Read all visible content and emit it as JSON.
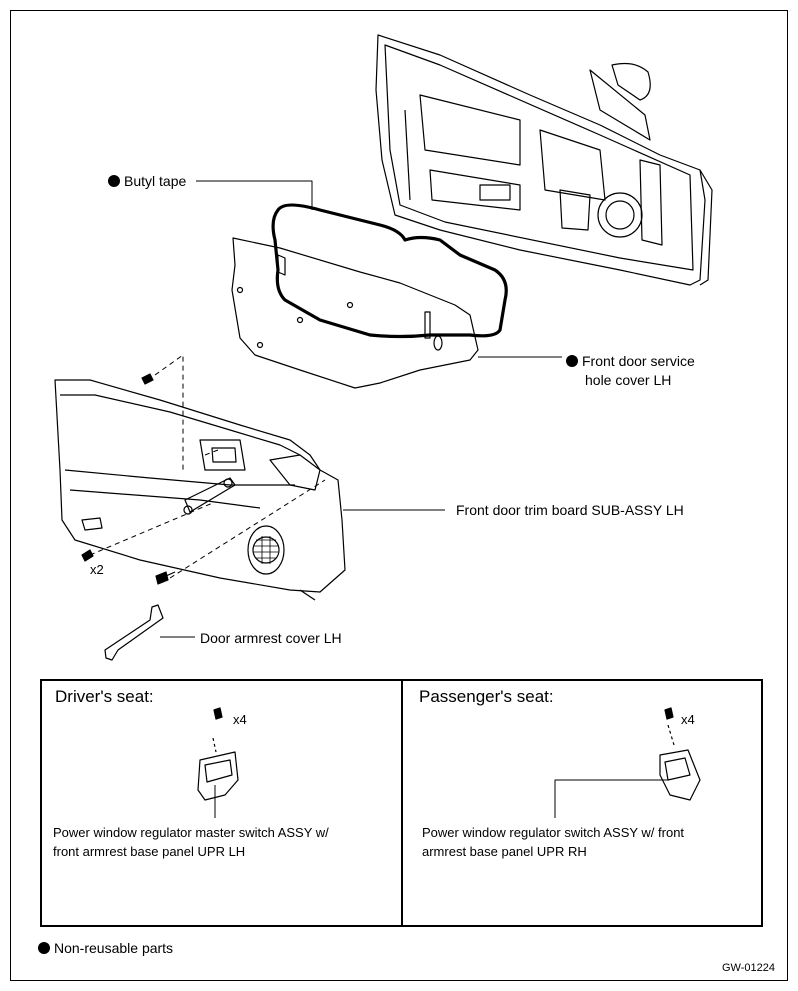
{
  "diagram_code": "GW-01224",
  "labels": {
    "butyl_tape": "Butyl tape",
    "service_cover_line1": "Front door service",
    "service_cover_line2": "hole cover LH",
    "trim_board": "Front door trim board SUB-ASSY LH",
    "armrest_cover": "Door armrest cover LH",
    "qty_x2": "x2"
  },
  "driver": {
    "title": "Driver's seat:",
    "qty": "x4",
    "part_line1": "Power window regulator master switch ASSY w/",
    "part_line2": "front armrest base panel UPR LH"
  },
  "passenger": {
    "title": "Passenger's seat:",
    "qty": "x4",
    "part_line1": "Power window regulator switch ASSY w/ front",
    "part_line2": "armrest base panel UPR RH"
  },
  "legend": {
    "non_reusable": "Non-reusable parts"
  },
  "colors": {
    "line": "#000000",
    "background": "#ffffff"
  }
}
